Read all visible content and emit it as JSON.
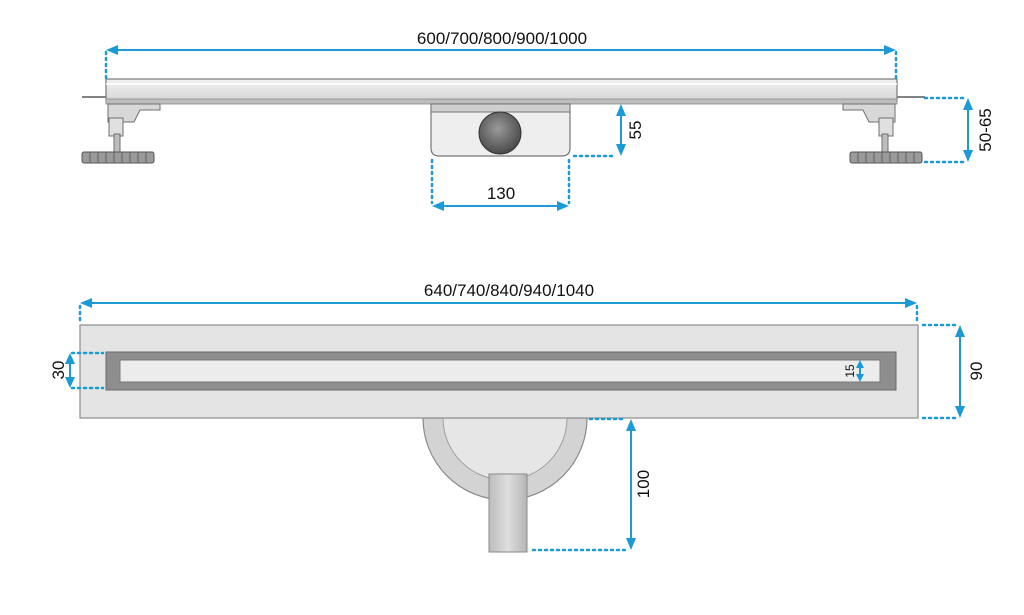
{
  "top_view": {
    "length_label": "600/700/800/900/1000",
    "outlet_width_label": "130",
    "outlet_height_label": "55",
    "foot_height_label": "50-65"
  },
  "bottom_view": {
    "length_label": "640/740/840/940/1040",
    "channel_width_label": "30",
    "slot_width_label": "15",
    "frame_height_label": "90",
    "outlet_depth_label": "100"
  },
  "colors": {
    "dimension": "#1c9ad6",
    "metal_light": "#e6e6e6",
    "metal_mid": "#cfcfcf",
    "metal_dark": "#8a8a8a",
    "outline": "#6f6f6f"
  }
}
